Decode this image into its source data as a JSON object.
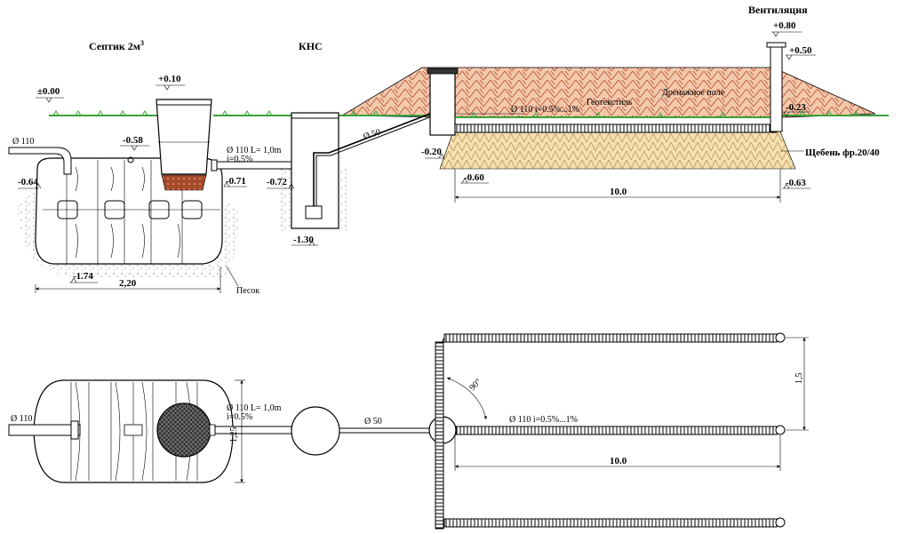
{
  "colors": {
    "grass": "#3aa13a",
    "soil_fill": "#f3c9ae",
    "soil_brick": "#c0603f",
    "gravel_fill": "#f6dfb0",
    "gravel_dot": "#b08d4a",
    "sand_dot": "#7a7a7a",
    "filter_media": "#a34a2c"
  },
  "labels": {
    "septic_title": "Септик 2м",
    "septic_title_sup": "3",
    "kns_title": "КНС",
    "ventilation_title": "Вентиляция",
    "drain_field": "Дренажное поле",
    "geotextile": "Геотекстиль",
    "gravel": "Щебень фр.20/40",
    "sand": "Песок"
  },
  "elevations": {
    "ground": "±0.00",
    "septic_neck": "+0.10",
    "vent_top": "+0.80",
    "mound_top": "+0.50",
    "inlet": "-0.64",
    "septic_pipe": "-0.58",
    "septic_outlet": "-0.71",
    "kns_inlet": "-0.72",
    "septic_bottom": "-1.74",
    "kns_bottom": "-1.30",
    "well_right": "-0.23",
    "field_start": "-0.20",
    "field_left": "-0.60",
    "field_right": "-0.63"
  },
  "pipes": {
    "inlet_d": "Ø 110",
    "septic_kns_line1": "Ø 110 L= 1,0m",
    "septic_kns_line2": "i=0.5%",
    "kns_pressure": "Ø 50",
    "drain": "Ø 110 i=0.5%...1%"
  },
  "dims": {
    "septic_length": "2,20",
    "field_length": "10.0",
    "septic_width": "1,25",
    "drain_spacing": "1,5",
    "angle": "90°"
  }
}
